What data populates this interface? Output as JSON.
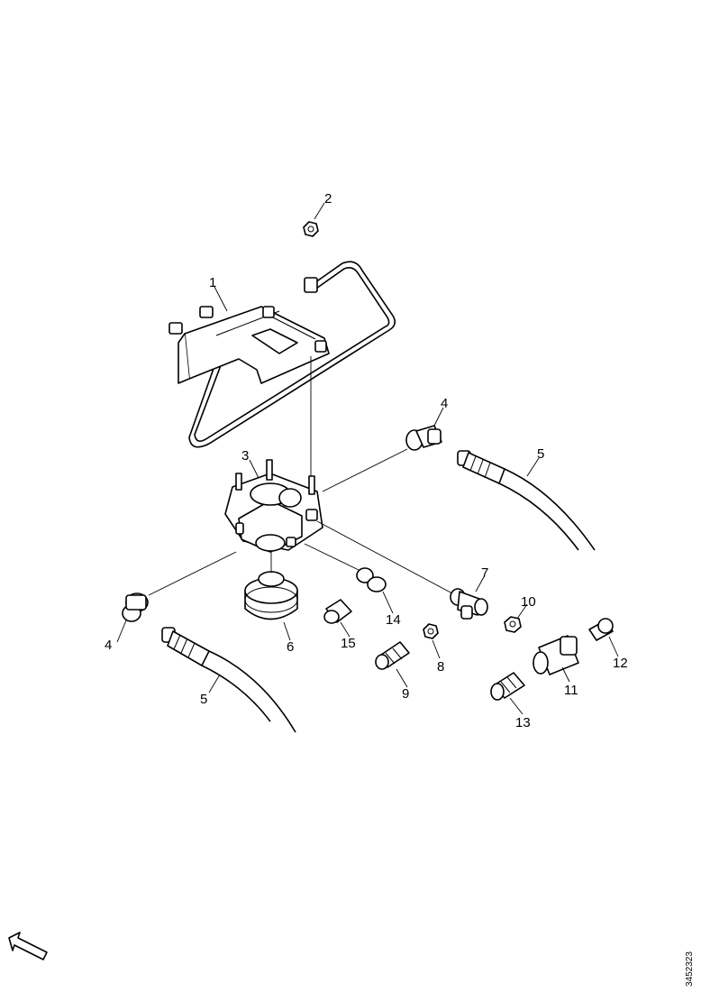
{
  "diagram": {
    "callouts": {
      "c1": "1",
      "c2": "2",
      "c3": "3",
      "c4a": "4",
      "c4b": "4",
      "c5a": "5",
      "c5b": "5",
      "c6": "6",
      "c7": "7",
      "c8": "8",
      "c9": "9",
      "c10": "10",
      "c11": "11",
      "c12": "12",
      "c13": "13",
      "c14": "14",
      "c15": "15"
    },
    "drawing_number": "3452323",
    "icons": {
      "direction": "direction-arrow-icon"
    }
  }
}
